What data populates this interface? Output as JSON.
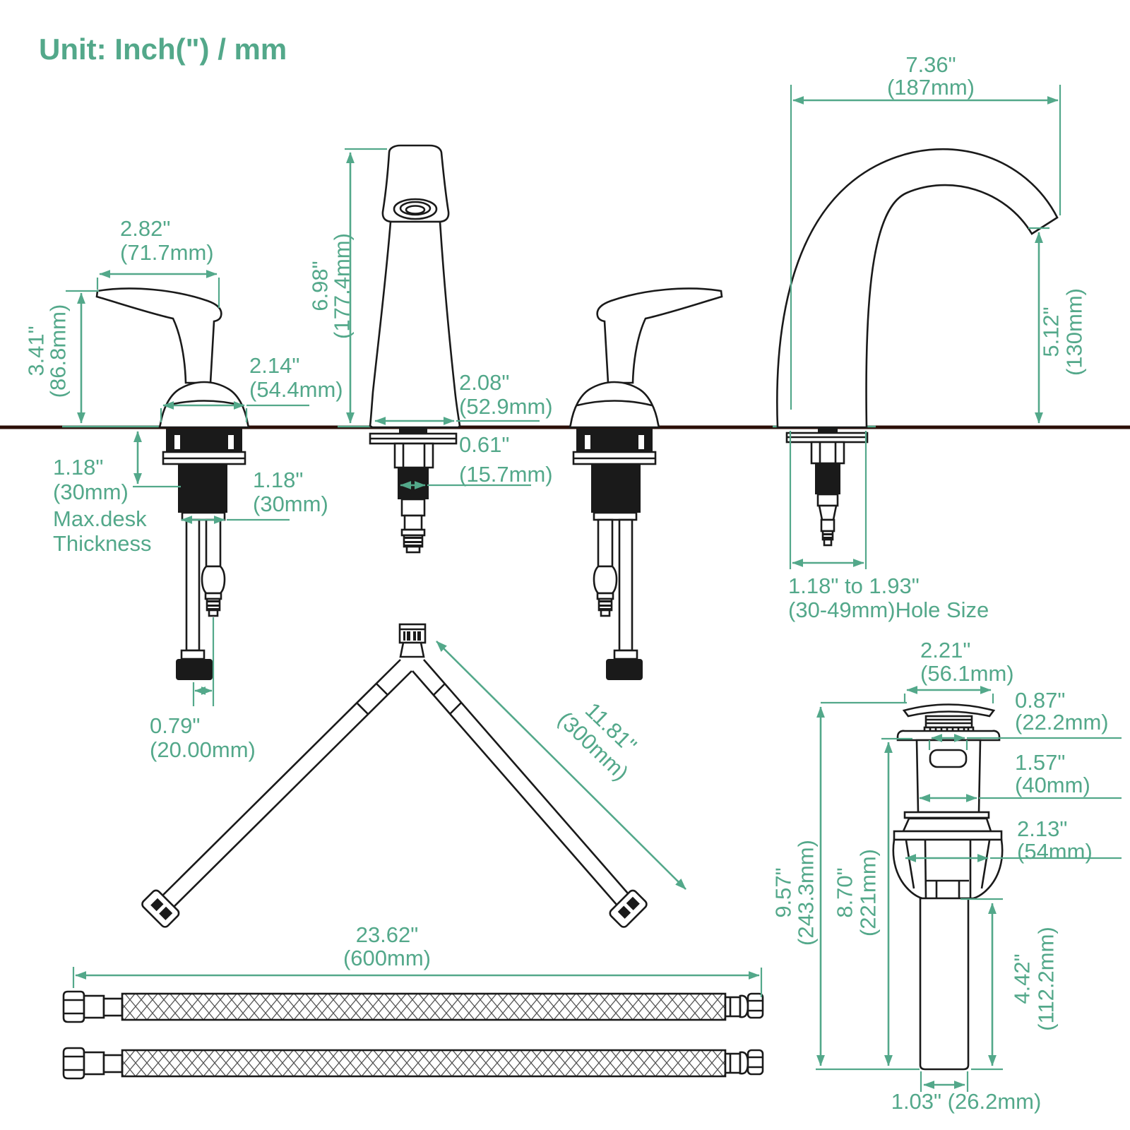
{
  "title": "Unit: Inch(\") / mm",
  "colors": {
    "accent": "#53a88a",
    "line": "#1a1a1a",
    "deck": "#2b0f08"
  },
  "dims": {
    "handle_width_in": "2.82\"",
    "handle_width_mm": "(71.7mm)",
    "handle_height_in": "3.41\"",
    "handle_height_mm": "(86.8mm)",
    "handle_base_in": "2.14\"",
    "handle_base_mm": "(54.4mm)",
    "desk_in": "1.18\"",
    "desk_mm": "(30mm)",
    "desk_note1": "Max.desk",
    "desk_note2": "Thickness",
    "shank_in": "1.18\"",
    "shank_mm": "(30mm)",
    "tubes_in": "0.79\"",
    "tubes_mm": "(20.00mm)",
    "spout_h_in": "6.98\"",
    "spout_h_mm": "(177.4mm)",
    "spout_base_in": "2.08\"",
    "spout_base_mm": "(52.9mm)",
    "spout_shank_in": "0.61\"",
    "spout_shank_mm": "(15.7mm)",
    "reach_in": "7.36\"",
    "reach_mm": "(187mm)",
    "goose_h_in": "5.12\"",
    "goose_h_mm": "(130mm)",
    "hole_in": "1.18\" to 1.93\"",
    "hole_mm": "(30-49mm)Hole Size",
    "vhose_in": "11.81\"",
    "vhose_mm": "(300mm)",
    "hose_in": "23.62\"",
    "hose_mm": "(600mm)",
    "pop_cap_in": "2.21\"",
    "pop_cap_mm": "(56.1mm)",
    "overflow_in": "0.87\"",
    "overflow_mm": "(22.2mm)",
    "body_in": "1.57\"",
    "body_mm": "(40mm)",
    "cage_in": "2.13\"",
    "cage_mm": "(54mm)",
    "total_in": "9.57\"",
    "total_mm": "(243.3mm)",
    "below_in": "8.70\"",
    "below_mm": "(221mm)",
    "tail_in": "4.42\"",
    "tail_mm": "(112.2mm)",
    "tail_dia": "1.03\" (26.2mm)"
  }
}
